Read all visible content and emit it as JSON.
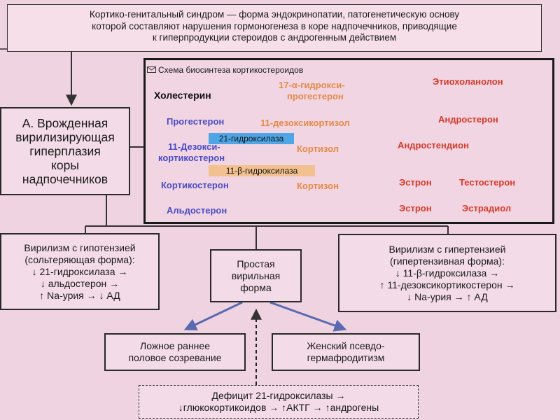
{
  "header": {
    "lines": [
      "Кортико-генитальный синдром — форма эндокринопатии, патогенетическую основу",
      "которой составляют  нарушения гормоногенеза в коре надпочечников, приводящие",
      "к гиперпродукции стероидов с андрогенным действием"
    ]
  },
  "left_box": {
    "lines": [
      "А. Врожденная",
      "вирилизирующая",
      "гиперплазия",
      "коры",
      "надпочечников"
    ]
  },
  "schema": {
    "title": "Схема биосинтеза кортикостероидов",
    "cholesterol": "Холестерин",
    "progesterone": "Прогестерон",
    "deoxycorticosterone_1": "11-Дезокси-",
    "deoxycorticosterone_2": "кортикостерон",
    "corticosterone": "Кортикостерон",
    "aldosterone": "Альдостерон",
    "hydroxyprogesterone_1": "17-α-гидрокси-",
    "hydroxyprogesterone_2": "прогестерон",
    "deoxycortisol": "11-дезоксикортизол",
    "cortisol": "Кортизол",
    "cortisone": "Кортизон",
    "enzyme_21": "21-гидроксилаза",
    "enzyme_11": "11-β-гидроксилаза",
    "etiocholanolone": "Этиохоланолон",
    "androsterone": "Андростерон",
    "androstenedione": "Андростендион",
    "estrone_1": "Эстрон",
    "estrone_2": "Эстрон",
    "testosterone": "Тестостерон",
    "estradiol": "Эстрадиол"
  },
  "forms": {
    "salt_wasting": {
      "lines": [
        "Вирилизм с гипотензией",
        "(сольтеряющая форма):",
        "↓ 21-гидроксилаза →",
        "↓ альдостерон →",
        "↑ Na-урия  → ↓ АД"
      ]
    },
    "simple": {
      "lines": [
        "Простая",
        "вирильная",
        "форма"
      ]
    },
    "hypertensive": {
      "lines": [
        "Вирилизм с гипертензией",
        "(гипертензивная форма):",
        "↓ 11-β-гидроксилаза →",
        "↑ 11-дезоксикортикостерон →",
        "↓ Na-урия → ↑ АД"
      ]
    }
  },
  "outcomes": {
    "precocious": {
      "lines": [
        "Ложное раннее",
        "половое созревание"
      ]
    },
    "pseudoherm": {
      "lines": [
        "Женский псевдо-",
        "гермафродитизм"
      ]
    }
  },
  "deficit": {
    "lines": [
      "Дефицит 21-гидроксилазы →",
      "↓глюкокортикоидов → ↑АКТГ → ↑андрогены"
    ]
  },
  "colors": {
    "background": "#f0d3e0",
    "mineralocorticoid_path": "#4a4cc6",
    "glucocorticoid_path": "#e58a48",
    "androgen_path": "#d83a2a",
    "enzyme_21_fill": "#4fa6e6",
    "enzyme_11_fill": "#f3c08f"
  }
}
